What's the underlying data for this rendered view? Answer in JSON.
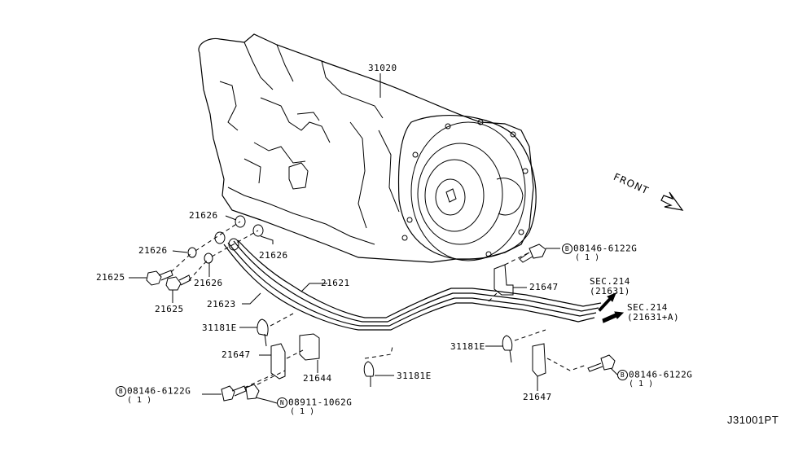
{
  "diagram": {
    "title_code": "J31001PT",
    "front_label": "FRONT",
    "parts": {
      "transmission": "31020",
      "oil_cooler_tube_1": "21621",
      "oil_cooler_tube_2": "21623",
      "connector_bolt_a": "21625",
      "connector_bolt_b": "21625",
      "washer_a": "21626",
      "washer_b": "21626",
      "washer_c": "21626",
      "washer_d": "21626",
      "bracket_left": "21647",
      "bracket_center": "21647",
      "bracket_right": "21647",
      "bracket_small": "21644",
      "clip_left": "31181E",
      "clip_center": "31181E",
      "clip_right": "31181E"
    },
    "fasteners": [
      {
        "prefix": "B",
        "part": "08146-6122G",
        "qty": "( 1 )"
      },
      {
        "prefix": "B",
        "part": "08146-6122G",
        "qty": "( 1 )"
      },
      {
        "prefix": "B",
        "part": "08146-6122G",
        "qty": "( 1 )"
      },
      {
        "prefix": "N",
        "part": "08911-1062G",
        "qty": "( 1 )"
      }
    ],
    "section_refs": [
      {
        "sec": "SEC.214",
        "ref": "(21631)"
      },
      {
        "sec": "SEC.214",
        "ref": "(21631+A)"
      }
    ]
  }
}
